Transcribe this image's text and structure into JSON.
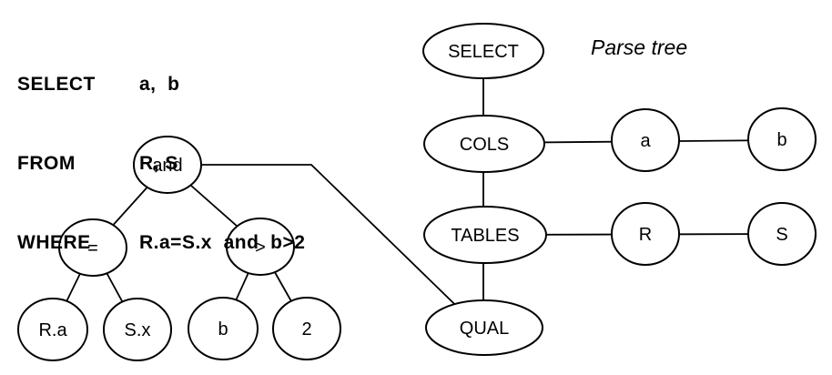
{
  "colors": {
    "background": "#ffffff",
    "line": "#000000",
    "text": "#000000"
  },
  "query": {
    "lines": [
      {
        "keyword": "SELECT",
        "rest": "a,  b"
      },
      {
        "keyword": "FROM",
        "rest": "R, S"
      },
      {
        "keyword": "WHERE",
        "rest": "R.a=S.x  and  b>2"
      }
    ]
  },
  "caption": "Parse tree",
  "parse_tree": {
    "nodes": {
      "select": "SELECT",
      "cols": "COLS",
      "tables": "TABLES",
      "qual": "QUAL",
      "col_a": "a",
      "col_b": "b",
      "table_r": "R",
      "table_s": "S"
    }
  },
  "where_tree": {
    "nodes": {
      "and": "and",
      "eq": "=",
      "gt": ">",
      "eq_left": "R.a",
      "eq_right": "S.x",
      "gt_left": "b",
      "gt_right": "2"
    }
  }
}
